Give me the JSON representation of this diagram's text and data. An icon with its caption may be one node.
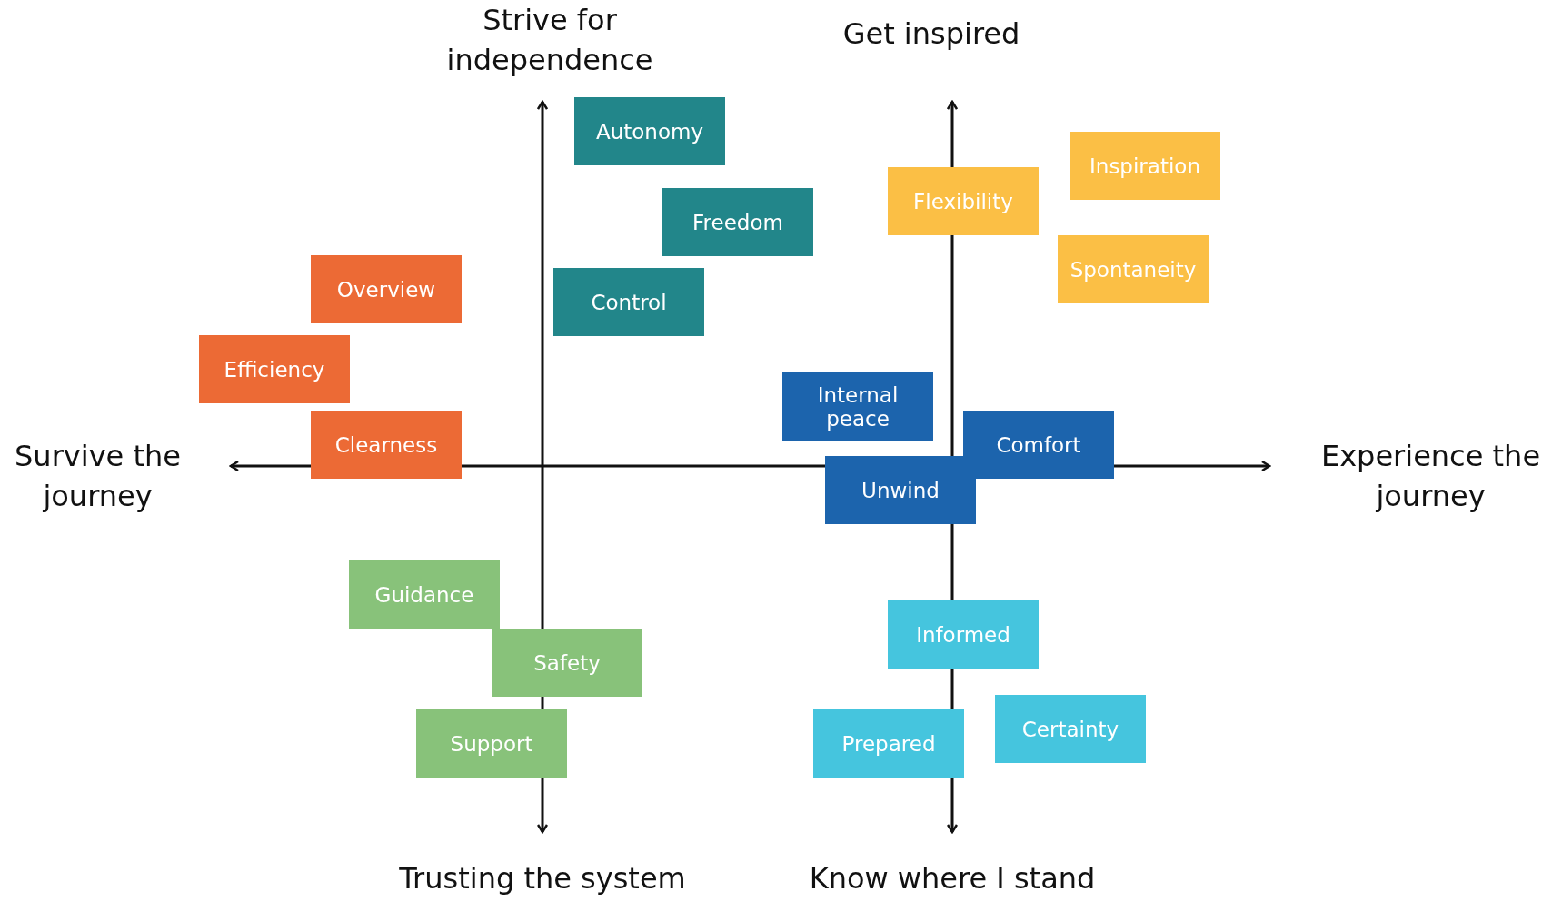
{
  "diagram": {
    "nodes": [
      {
        "text": [
          "Autonomy"
        ]
      },
      {
        "text": [
          "Inspiration"
        ]
      },
      {
        "text": [
          "Flexibility"
        ]
      },
      {
        "text": [
          "Freedom"
        ]
      },
      {
        "text": [
          "Spontaneity"
        ]
      },
      {
        "text": [
          "Overview"
        ]
      },
      {
        "text": [
          "Control"
        ]
      },
      {
        "text": [
          "Efficiency"
        ]
      },
      {
        "text": [
          "Internal peace"
        ]
      },
      {
        "text": [
          "Clearness"
        ]
      },
      {
        "text": [
          "Comfort"
        ]
      },
      {
        "text": [
          "Unwind"
        ]
      },
      {
        "text": [
          "Guidance"
        ]
      },
      {
        "text": [
          "Informed"
        ]
      },
      {
        "text": [
          "Safety"
        ]
      },
      {
        "text": [
          "Certainty"
        ]
      },
      {
        "text": [
          "Support"
        ]
      },
      {
        "text": [
          "Prepared"
        ]
      }
    ],
    "labels": [
      "Strive for independence",
      "Get inspired",
      "Survive the journey",
      "Experience the journey",
      "Trusting the system",
      "Know where I stand"
    ]
  }
}
